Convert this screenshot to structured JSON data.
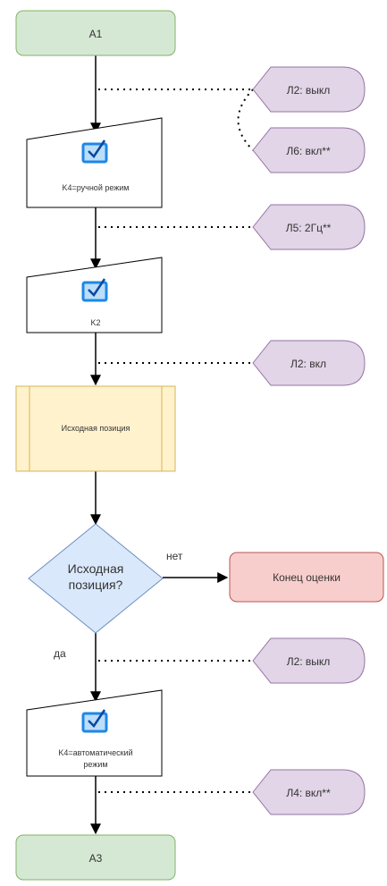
{
  "terminators": {
    "start": "A1",
    "end": "A3"
  },
  "manual_inputs": {
    "k4_manual": "K4=ручной режим",
    "k2": "K2",
    "k4_auto_line1": "K4=автоматический",
    "k4_auto_line2": "режим"
  },
  "process": {
    "initial_position": "Исходная позиция"
  },
  "decision": {
    "line1": "Исходная",
    "line2": "позиция?",
    "no_label": "нет",
    "yes_label": "да"
  },
  "end_evaluation": "Конец оценки",
  "indicators": {
    "l2_off_top": "Л2: выкл",
    "l6_on": "Л6: вкл**",
    "l5_2hz": "Л5: 2Гц**",
    "l2_on": "Л2: вкл",
    "l2_off_bottom": "Л2: выкл",
    "l4_on": "Л4: вкл**"
  },
  "colors": {
    "terminator_fill": "#d5e8d4",
    "terminator_stroke": "#82b366",
    "process_fill": "#fff2cc",
    "process_stroke": "#d6b656",
    "decision_fill": "#dae8fc",
    "decision_stroke": "#6c8ebf",
    "end_fill": "#f8cecc",
    "end_stroke": "#b85450",
    "indicator_fill": "#e1d5e7",
    "indicator_stroke": "#9673a6",
    "icon_color": "#1e88e5"
  }
}
